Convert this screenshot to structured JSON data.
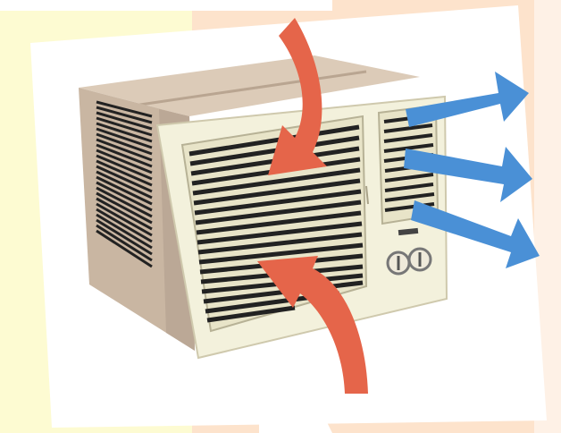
{
  "scene": {
    "subject": "window-air-conditioner",
    "colors": {
      "background_left": "#fdfbd2",
      "background_right": "#fde3cc",
      "background_top": "#ffffff",
      "casing_side": "#c9b6a2",
      "casing_top": "#dccbb8",
      "front_panel": "#f3f1dc",
      "grille_slats": "#2a2a2a",
      "intake_arrows": "#e5654a",
      "outflow_arrows": "#4a90d6"
    },
    "arrows": {
      "intake": {
        "count": 2,
        "icon": "curved-arrow-icon",
        "meaning": "air in"
      },
      "outflow": {
        "count": 3,
        "icon": "straight-arrow-icon",
        "meaning": "air out"
      }
    },
    "controls": {
      "knob_count": 2
    }
  }
}
